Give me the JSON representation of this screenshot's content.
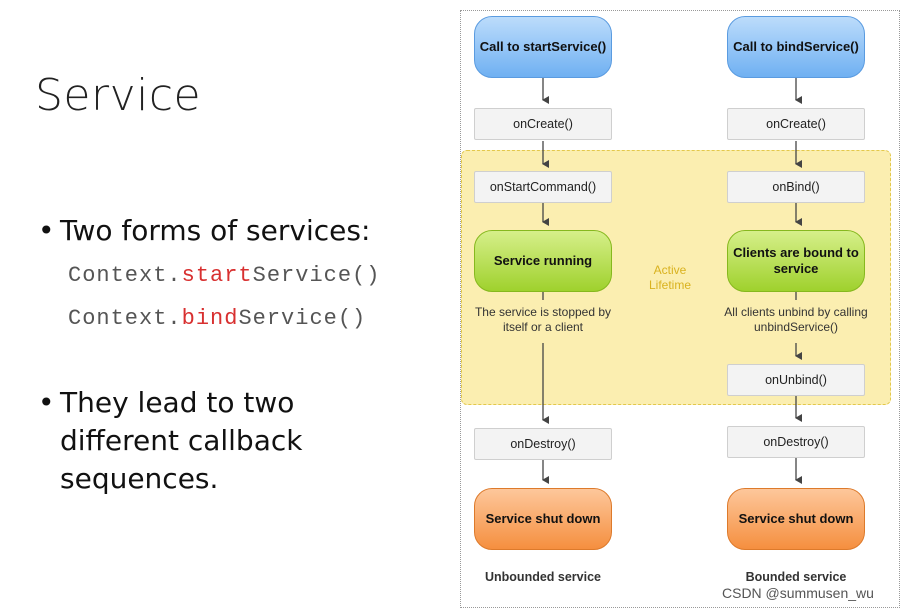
{
  "slide": {
    "title": "Service",
    "bullet1": "Two forms of services:",
    "code1_prefix": "Context.",
    "code1_highlight": "start",
    "code1_suffix": "Service()",
    "code2_prefix": "Context.",
    "code2_highlight": "bind",
    "code2_suffix": "Service()",
    "bullet2": "They lead to two different callback sequences."
  },
  "diagram": {
    "left": {
      "call": "Call to startService()",
      "on_create": "onCreate()",
      "on_start_command": "onStartCommand()",
      "running": "Service running",
      "note": "The service is stopped by itself or a client",
      "on_destroy": "onDestroy()",
      "shut_down": "Service shut down",
      "caption": "Unbounded service"
    },
    "right": {
      "call": "Call to bindService()",
      "on_create": "onCreate()",
      "on_bind": "onBind()",
      "bound": "Clients are bound to service",
      "note": "All clients unbind by calling unbindService()",
      "on_unbind": "onUnbind()",
      "on_destroy": "onDestroy()",
      "shut_down": "Service shut down",
      "caption": "Bounded service"
    },
    "active_lifetime": "Active Lifetime",
    "colors": {
      "call": "#6fb0f2",
      "running": "#9fd12d",
      "shut_down": "#f58f3f",
      "active_area": "#fbeeb0"
    }
  },
  "watermark": "CSDN @summusen_wu"
}
